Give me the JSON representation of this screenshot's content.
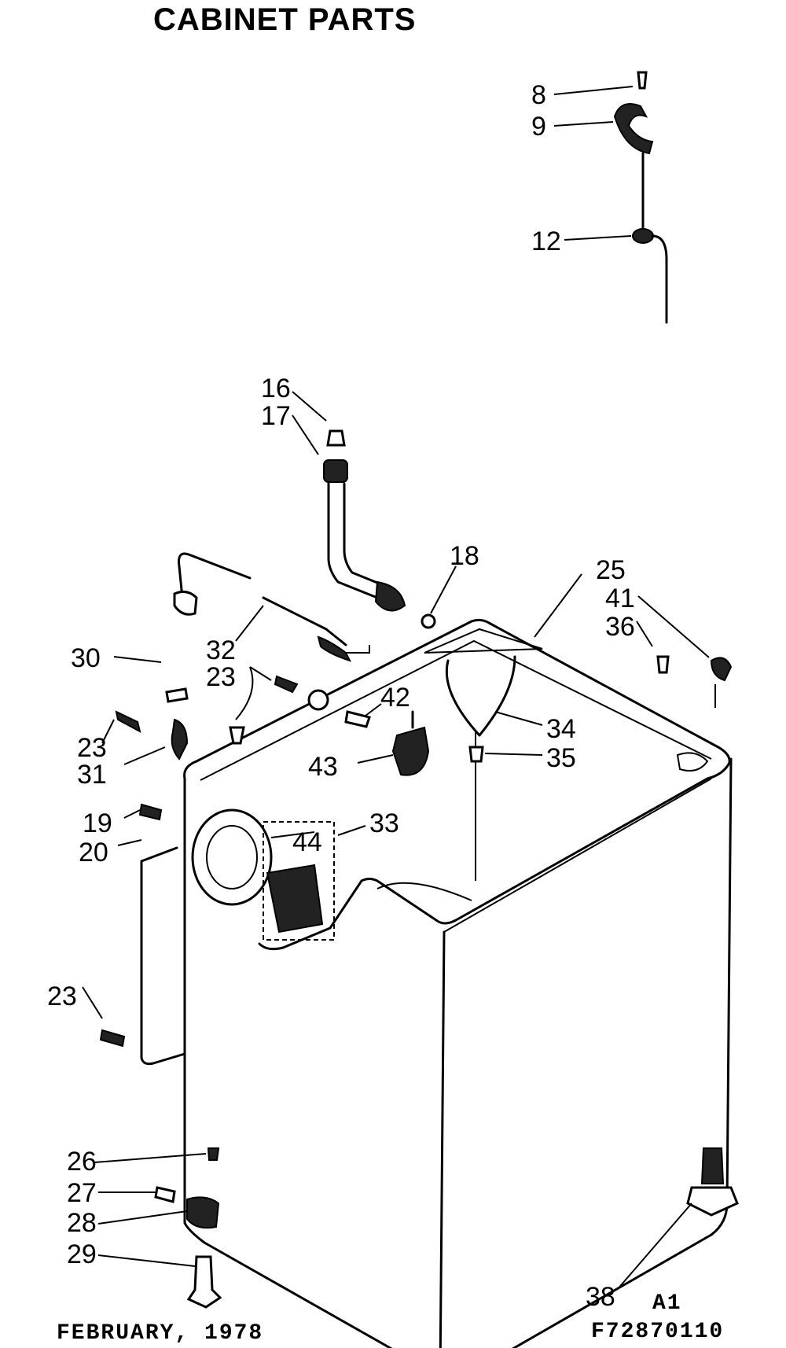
{
  "title": "CABINET PARTS",
  "footer": {
    "date": "FEBRUARY, 1978",
    "code_a": "A1",
    "code_b": "F72870110"
  },
  "callouts": {
    "n8": "8",
    "n9": "9",
    "n12": "12",
    "n16": "16",
    "n17": "17",
    "n18": "18",
    "n19": "19",
    "n20": "20",
    "n23a": "23",
    "n23b": "23",
    "n23c": "23",
    "n25": "25",
    "n26": "26",
    "n27": "27",
    "n28": "28",
    "n29": "29",
    "n30": "30",
    "n31": "31",
    "n32": "32",
    "n33": "33",
    "n34": "34",
    "n35": "35",
    "n36": "36",
    "n38": "38",
    "n41": "41",
    "n42": "42",
    "n43": "43",
    "n44": "44"
  }
}
